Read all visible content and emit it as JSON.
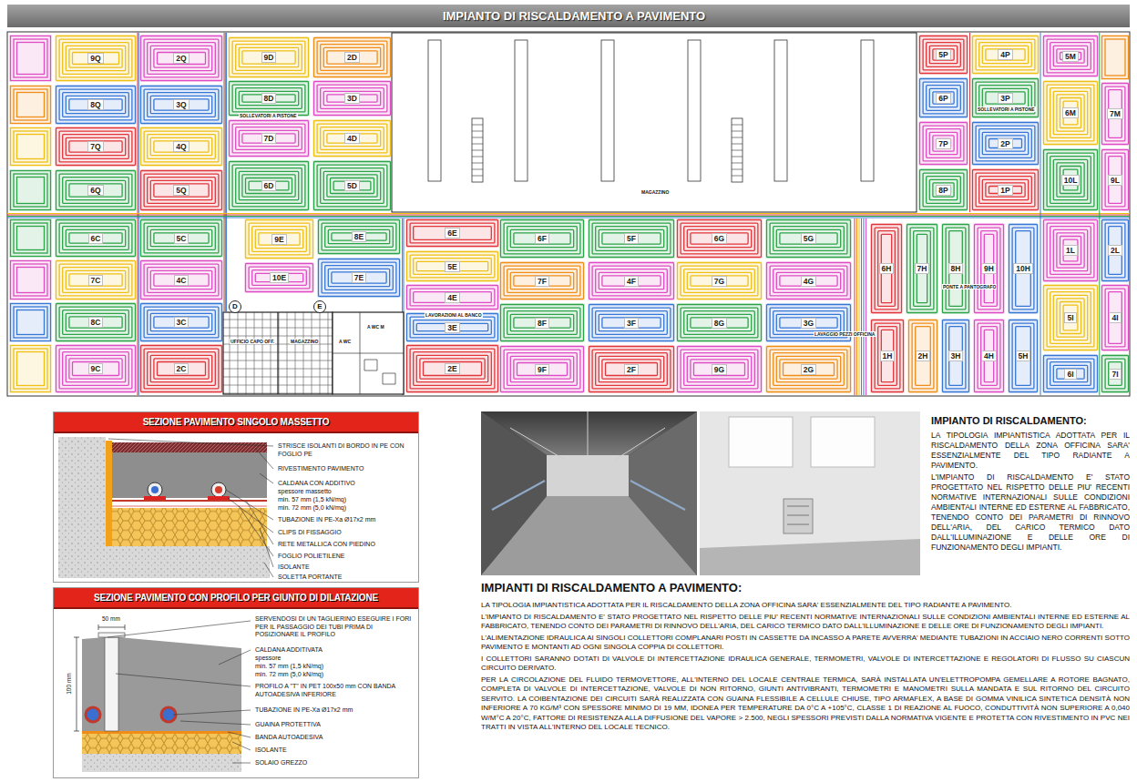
{
  "diagram": {
    "title": "IMPIANTO DI RISCALDAMENTO A PAVIMENTO",
    "nodes": [
      {
        "text": [
          "9Q"
        ]
      },
      {
        "text": [
          "2Q"
        ]
      },
      {
        "text": [
          "8Q"
        ]
      },
      {
        "text": [
          "3Q"
        ]
      },
      {
        "text": [
          "7Q"
        ]
      },
      {
        "text": [
          "4Q"
        ]
      },
      {
        "text": [
          "6Q"
        ]
      },
      {
        "text": [
          "5Q"
        ]
      },
      {
        "text": [
          "9D"
        ]
      },
      {
        "text": [
          "2D"
        ]
      },
      {
        "text": [
          "8D"
        ]
      },
      {
        "text": [
          "3D"
        ]
      },
      {
        "text": [
          "7D"
        ]
      },
      {
        "text": [
          "4D"
        ]
      },
      {
        "text": [
          "6D"
        ]
      },
      {
        "text": [
          "5D"
        ]
      },
      {
        "text": [
          "5P"
        ]
      },
      {
        "text": [
          "4P"
        ]
      },
      {
        "text": [
          "5M"
        ]
      },
      {
        "text": [
          "6P"
        ]
      },
      {
        "text": [
          "3P"
        ]
      },
      {
        "text": [
          "6M"
        ]
      },
      {
        "text": [
          "7M"
        ]
      },
      {
        "text": [
          "7P"
        ]
      },
      {
        "text": [
          "2P"
        ]
      },
      {
        "text": [
          "8P"
        ]
      },
      {
        "text": [
          "1P"
        ]
      },
      {
        "text": [
          "10L"
        ]
      },
      {
        "text": [
          "9L"
        ]
      },
      {
        "text": [
          "6C"
        ]
      },
      {
        "text": [
          "5C"
        ]
      },
      {
        "text": [
          "7C"
        ]
      },
      {
        "text": [
          "4C"
        ]
      },
      {
        "text": [
          "8C"
        ]
      },
      {
        "text": [
          "3C"
        ]
      },
      {
        "text": [
          "9C"
        ]
      },
      {
        "text": [
          "2C"
        ]
      },
      {
        "text": [
          "9E"
        ]
      },
      {
        "text": [
          "8E"
        ]
      },
      {
        "text": [
          "10E"
        ]
      },
      {
        "text": [
          "7E"
        ]
      },
      {
        "text": [
          "6E"
        ]
      },
      {
        "text": [
          "5E"
        ]
      },
      {
        "text": [
          "4E"
        ]
      },
      {
        "text": [
          "3E"
        ]
      },
      {
        "text": [
          "2E"
        ]
      },
      {
        "text": [
          "6F"
        ]
      },
      {
        "text": [
          "5F"
        ]
      },
      {
        "text": [
          "6G"
        ]
      },
      {
        "text": [
          "5G"
        ]
      },
      {
        "text": [
          "7F"
        ]
      },
      {
        "text": [
          "4F"
        ]
      },
      {
        "text": [
          "7G"
        ]
      },
      {
        "text": [
          "4G"
        ]
      },
      {
        "text": [
          "8F"
        ]
      },
      {
        "text": [
          "3F"
        ]
      },
      {
        "text": [
          "8G"
        ]
      },
      {
        "text": [
          "3G"
        ]
      },
      {
        "text": [
          "9F"
        ]
      },
      {
        "text": [
          "2F"
        ]
      },
      {
        "text": [
          "9G"
        ]
      },
      {
        "text": [
          "2G"
        ]
      },
      {
        "text": [
          "6H"
        ]
      },
      {
        "text": [
          "7H"
        ]
      },
      {
        "text": [
          "8H"
        ]
      },
      {
        "text": [
          "9H"
        ]
      },
      {
        "text": [
          "10H"
        ]
      },
      {
        "text": [
          "1L"
        ]
      },
      {
        "text": [
          "2L"
        ]
      },
      {
        "text": [
          "1H"
        ]
      },
      {
        "text": [
          "2H"
        ]
      },
      {
        "text": [
          "3H"
        ]
      },
      {
        "text": [
          "4H"
        ]
      },
      {
        "text": [
          "5H"
        ]
      },
      {
        "text": [
          "5I"
        ]
      },
      {
        "text": [
          "4I"
        ]
      },
      {
        "text": [
          "6I"
        ]
      },
      {
        "text": [
          "7I"
        ]
      },
      {
        "text": [
          "SEZIONE PAVIMENTO SINGOLO MASSETTO"
        ]
      },
      {
        "text": [
          "SEZIONE PAVIMENTO CON PROFILO PER GIUNTO DI DILATAZIONE"
        ]
      }
    ],
    "labels": [
      "SOLLEVATORI A PISTONE",
      "MAGAZZINO",
      "SOLLEVATORI A PISTONE",
      "D",
      "E",
      "UFFICIO CAPO OFF.",
      "MAGAZZINO",
      "A WC",
      "A WC M",
      "LAVORAZIONI AL BANCO",
      "LAVAGGIO PEZZI OFFICINA",
      "PONTE A PANTOGRAFO",
      "STRISCE ISOLANTI DI BORDO IN PE CON FOGLIO PE",
      "RIVESTIMENTO PAVIMENTO",
      "CALDANA CON ADDITIVO",
      "spessore massetto",
      "min. 57 mm (1,5 kN/mq)",
      "min. 72 mm (5,0 kN/mq)",
      "TUBAZIONE IN PE-Xa Ø17x2 mm",
      "CLIPS DI FISSAGGIO",
      "RETE METALLICA CON PIEDINO",
      "FOGLIO POLIETILENE",
      "ISOLANTE",
      "SOLETTA PORTANTE",
      "SERVENDOSI DI UN TAGLIERINO ESEGUIRE I FORI PER IL PASSAGGIO DEI TUBI PRIMA DI POSIZIONARE IL PROFILO",
      "CALDANA ADDITIVATA",
      "spessore",
      "min. 57 mm (1,5 kN/mq)",
      "min. 72 mm (5,0 kN/mq)",
      "PROFILO A \"T\" IN PET 100x50 mm CON BANDA AUTOADESIVA INFERIORE",
      "TUBAZIONE IN PE-Xa Ø17x2 mm",
      "GUAINA PROTETTIVA",
      "BANDA AUTOADESIVA",
      "ISOLANTE",
      "SOLAIO GREZZO",
      "50 mm",
      "100 mm",
      "IMPIANTO DI RISCALDAMENTO:",
      "LA TIPOLOGIA IMPIANTISTICA ADOTTATA PER IL RISCALDAMENTO DELLA ZONA OFFICINA SARA' ESSENZIALMENTE DEL TIPO RADIANTE A PAVIMENTO.",
      "L'IMPIANTO DI RISCALDAMENTO E' STATO PROGETTATO NEL RISPETTO DELLE PIU' RECENTI NORMATIVE INTERNAZIONALI SULLE CONDIZIONI AMBIENTALI INTERNE ED ESTERNE AL FABBRICATO, TENENDO CONTO DEI PARAMETRI DI RINNOVO DELL'ARIA, DEL CARICO TERMICO DATO DALL'ILLUMINAZIONE E DELLE ORE DI FUNZIONAMENTO DEGLI IMPIANTI.",
      "IMPIANTI DI RISCALDAMENTO A PAVIMENTO:",
      "LA TIPOLOGIA IMPIANTISTICA ADOTTATA PER IL RISCALDAMENTO DELLA ZONA OFFICINA SARA' ESSENZIALMENTE DEL TIPO RADIANTE A PAVIMENTO.",
      "L'IMPIANTO DI RISCALDAMENTO E' STATO PROGETTATO NEL RISPETTO DELLE PIU' RECENTI NORMATIVE INTERNAZIONALI SULLE CONDIZIONI AMBIENTALI INTERNE ED ESTERNE AL FABBRICATO, TENENDO CONTO DEI PARAMETRI DI RINNOVO DELL'ARIA, DEL CARICO TERMICO DATO DALL'ILLUMINAZIONE E DELLE ORE DI FUNZIONAMENTO DEGLI IMPIANTI.",
      "L'ALIMENTAZIONE IDRAULICA AI SINGOLI COLLETTORI COMPLANARI POSTI IN CASSETTE DA INCASSO A PARETE AVVERRA' MEDIANTE TUBAZIONI IN ACCIAIO NERO CORRENTI SOTTO PAVIMENTO E MONTANTI AD OGNI SINGOLA COPPIA DI COLLETTORI.",
      "I COLLETTORI SARANNO DOTATI DI VALVOLE DI INTERCETTAZIONE IDRAULICA GENERALE, TERMOMETRI, VALVOLE DI INTERCETTAZIONE E REGOLATORI DI FLUSSO SU CIASCUN CIRCUITO DERIVATO.",
      "PER LA CIRCOLAZIONE DEL FLUIDO TERMOVETTORE, ALL'INTERNO DEL LOCALE CENTRALE TERMICA, SARÀ INSTALLATA UN'ELETTROPOMPA GEMELLARE A ROTORE BAGNATO, COMPLETA DI VALVOLE DI INTERCETTAZIONE, VALVOLE DI NON RITORNO, GIUNTI ANTIVIBRANTI, TERMOMETRI E MANOMETRI SULLA MANDATA E SUL RITORNO DEL CIRCUITO SERVITO. LA COIBENTAZIONE DEI CIRCUITI SARÀ REALIZZATA CON GUAINA FLESSIBILE A CELLULE CHIUSE, TIPO ARMAFLEX, A BASE DI GOMMA VINILICA SINTETICA DENSITÀ NON INFERIORE A 70 KG/M³ CON SPESSORE MINIMO DI 19 MM, IDONEA PER TEMPERATURE DA 0°C A +105°C, CLASSE 1 DI REAZIONE AL FUOCO, CONDUTTIVITÀ NON SUPERIORE A 0,040 W/M°C A 20°C, FATTORE DI RESISTENZA ALLA DIFFUSIONE DEL VAPORE > 2.500, NEGLI SPESSORI PREVISTI DALLA NORMATIVA VIGENTE E PROTETTA CON RIVESTIMENTO IN PVC NEI TRATTI IN VISTA ALL'INTERNO DEL LOCALE TECNICO."
    ]
  }
}
